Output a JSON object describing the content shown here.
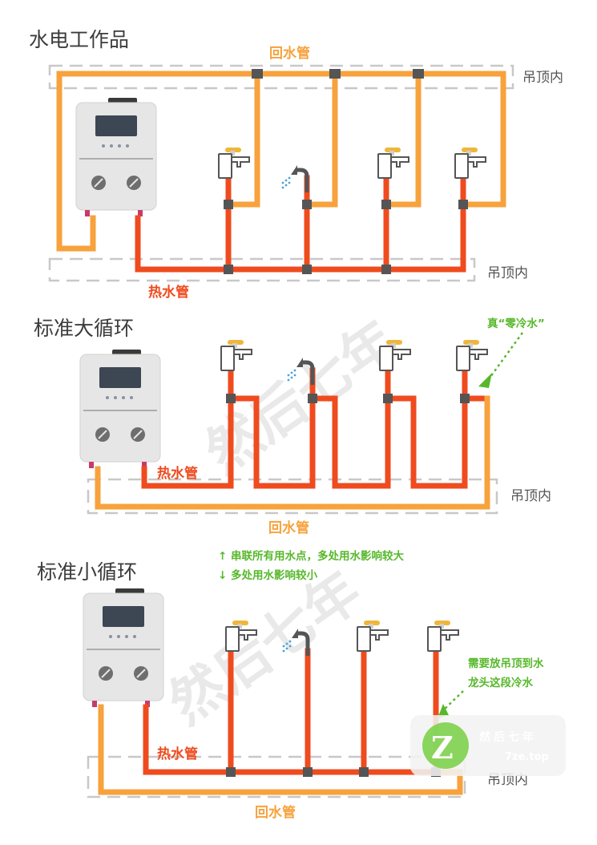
{
  "watermark": {
    "text": "然后七年"
  },
  "sections": [
    {
      "title": "水电工作品",
      "return_pipe_label": "回水管",
      "hot_pipe_label": "热水管",
      "ceiling_label_top": "吊顶内",
      "ceiling_label_bottom": "吊顶内"
    },
    {
      "title": "标准大循环",
      "hot_pipe_label": "热水管",
      "return_pipe_label": "回水管",
      "ceiling_label": "吊顶内",
      "callout": "真“零冷水”"
    },
    {
      "title": "标准小循环",
      "note_line1": "↑ 串联所有用水点，多处用水影响较大",
      "note_line2": "↓ 多处用水影响较小",
      "callout_line1": "需要放吊顶到水",
      "callout_line2": "龙头这段冷水",
      "hot_pipe_label": "热水管",
      "return_pipe_label": "回水管",
      "ceiling_label": "吊顶内"
    }
  ],
  "logo": {
    "brand": "然后七年",
    "url": "7ze.top"
  },
  "colors": {
    "hot_pipe": "#ef4b1f",
    "return_pipe": "#f7a23c",
    "accent_green": "#57b82b",
    "ceiling_dash": "#c8c8c8",
    "text_dark": "#3c3c3c"
  },
  "icons": [
    "water-heater-icon",
    "faucet-icon",
    "shower-icon"
  ]
}
